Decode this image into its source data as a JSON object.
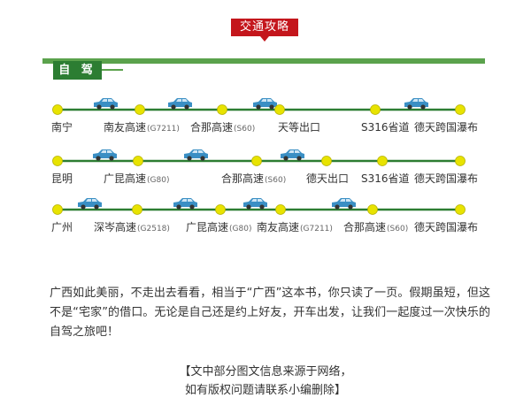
{
  "banner": {
    "label": "交通攻略"
  },
  "section_tag": "自 驾",
  "routes": [
    {
      "stops": [
        {
          "name": "南宁",
          "code": ""
        },
        {
          "name": "南友高速",
          "code": "(G7211)"
        },
        {
          "name": "合那高速",
          "code": "(S60)"
        },
        {
          "name": "天等出口",
          "code": ""
        },
        {
          "name": "S316省道",
          "code": ""
        },
        {
          "name": "德天跨国瀑布",
          "code": ""
        }
      ]
    },
    {
      "stops": [
        {
          "name": "昆明",
          "code": ""
        },
        {
          "name": "广昆高速",
          "code": "(G80)"
        },
        {
          "name": "合那高速",
          "code": "(S60)"
        },
        {
          "name": "德天出口",
          "code": ""
        },
        {
          "name": "S316省道",
          "code": ""
        },
        {
          "name": "德天跨国瀑布",
          "code": ""
        }
      ]
    },
    {
      "stops": [
        {
          "name": "广州",
          "code": ""
        },
        {
          "name": "深岑高速",
          "code": "(G2518)"
        },
        {
          "name": "广昆高速",
          "code": "(G80)"
        },
        {
          "name": "南友高速",
          "code": "(G7211)"
        },
        {
          "name": "合那高速",
          "code": "(S60)"
        },
        {
          "name": "德天跨国瀑布",
          "code": ""
        }
      ]
    }
  ],
  "paragraph": "广西如此美丽，不走出去看看，相当于“广西”这本书，你只读了一页。假期虽短，但这不是“宅家”的借口。无论是自己还是约上好友，开车出发，让我们一起度过一次快乐的自驾之旅吧！",
  "note": {
    "line1": "【文中部分图文信息来源于网络，",
    "line2": "如有版权问题请联系小编删除】"
  },
  "colors": {
    "banner_red": "#c4161c",
    "tag_green": "#2c7d32",
    "line_green": "#2c7d32",
    "dot_yellow": "#e8e300",
    "car_blue": "#3a8fc4"
  }
}
